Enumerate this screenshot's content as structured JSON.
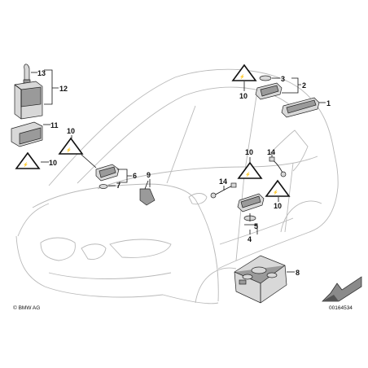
{
  "callouts": {
    "c1": "1",
    "c2": "2",
    "c3": "3",
    "c4": "4",
    "c5": "5",
    "c6": "6",
    "c7": "7",
    "c8": "8",
    "c9": "9",
    "c10": "10",
    "c11": "11",
    "c12": "12",
    "c13": "13",
    "c14": "14"
  },
  "warning_symbol": "warning-triangle-icon",
  "footer": {
    "copyright": "© BMW AG",
    "diagram_number": "00164534"
  }
}
